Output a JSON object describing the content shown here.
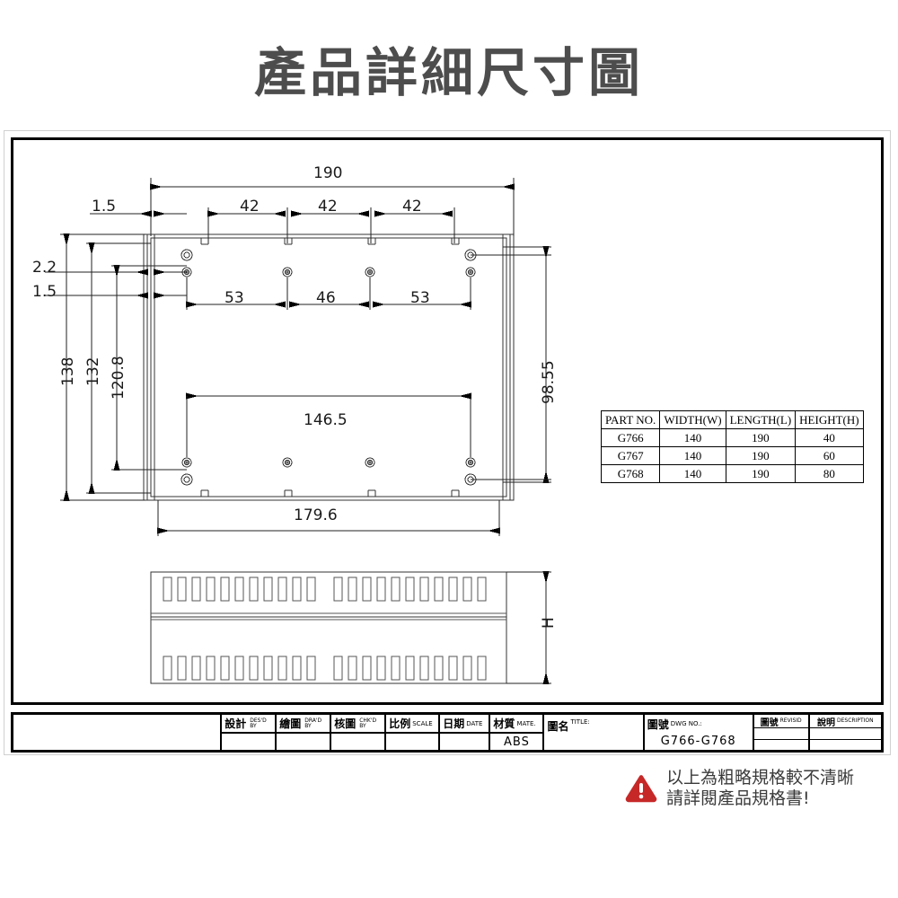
{
  "page": {
    "title": "產品詳細尺寸圖"
  },
  "drawing": {
    "dimensions": {
      "overall_length": "190",
      "hole_pitch_1": "42",
      "hole_pitch_2": "42",
      "hole_pitch_3": "42",
      "edge_offset_top": "1.5",
      "edge_offset_left_1": "2.2",
      "edge_offset_left_2": "1.5",
      "hole_span_1": "53",
      "hole_span_2": "46",
      "hole_span_3": "53",
      "overall_width": "138",
      "inner_width": "132",
      "hole_width": "120.8",
      "right_height": "98.55",
      "inner_length": "146.5",
      "base_length": "179.6",
      "section_height": "H"
    }
  },
  "parts_table": {
    "headers": [
      "PART NO.",
      "WIDTH(W)",
      "LENGTH(L)",
      "HEIGHT(H)"
    ],
    "rows": [
      [
        "G766",
        "140",
        "190",
        "40"
      ],
      [
        "G767",
        "140",
        "190",
        "60"
      ],
      [
        "G768",
        "140",
        "190",
        "80"
      ]
    ]
  },
  "title_block": {
    "cells": [
      {
        "cn": "設計",
        "en": "DES'D",
        "en2": "BY",
        "value": ""
      },
      {
        "cn": "繪圖",
        "en": "DRA'D",
        "en2": "BY",
        "value": ""
      },
      {
        "cn": "核圖",
        "en": "CHK'D",
        "en2": "BY",
        "value": ""
      },
      {
        "cn": "比例",
        "en": "SCALE",
        "en2": "",
        "value": ""
      },
      {
        "cn": "日期",
        "en": "DATE",
        "en2": "",
        "value": ""
      },
      {
        "cn": "材質",
        "en": "MATE.",
        "en2": "",
        "value": "ABS"
      },
      {
        "cn": "圖名",
        "en": "TITLE:",
        "en2": "",
        "value": ""
      },
      {
        "cn": "圖號",
        "en": "DWG NO.:",
        "en2": "",
        "value": "G766-G768"
      }
    ],
    "revision": {
      "rev_cn": "圖號",
      "rev_en": "REVISID",
      "desc_cn": "說明",
      "desc_en": "DESCRIPTION"
    }
  },
  "warning": {
    "icon": "warning-triangle-icon",
    "color": "#c62828",
    "line1": "以上為粗略規格較不清晰",
    "line2": "請詳閱產品規格書!"
  }
}
